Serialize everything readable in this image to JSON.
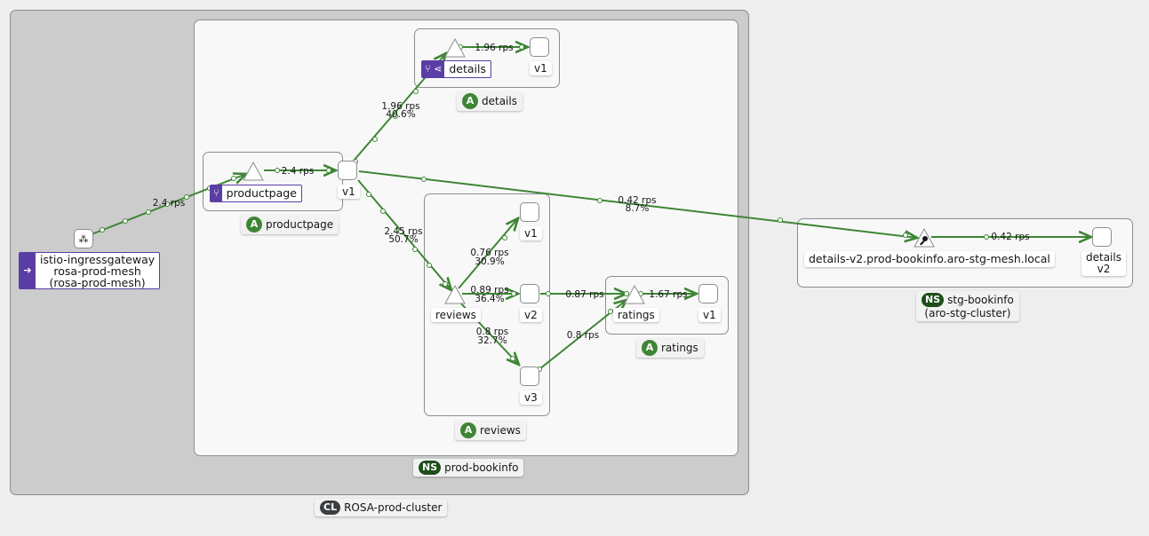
{
  "cluster": {
    "badge": "CL",
    "name": "ROSA-prod-cluster"
  },
  "namespace_prod": {
    "badge": "NS",
    "name": "prod-bookinfo"
  },
  "namespace_stg": {
    "badge": "NS",
    "name": "stg-bookinfo",
    "cluster": "(aro-stg-cluster)"
  },
  "apps": {
    "productpage": {
      "badge": "A",
      "name": "productpage"
    },
    "details": {
      "badge": "A",
      "name": "details"
    },
    "reviews": {
      "badge": "A",
      "name": "reviews"
    },
    "ratings": {
      "badge": "A",
      "name": "ratings"
    }
  },
  "nodes": {
    "ingress": {
      "line1": "istio-ingressgateway",
      "line2": "rosa-prod-mesh",
      "line3": "(rosa-prod-mesh)"
    },
    "productpage_service": "productpage",
    "productpage_v1": "v1",
    "details_service": "details",
    "details_v1": "v1",
    "reviews_service": "reviews",
    "reviews_v1": "v1",
    "reviews_v2": "v2",
    "reviews_v3": "v3",
    "ratings_service": "ratings",
    "ratings_v1": "v1",
    "service_entry": "details-v2.prod-bookinfo.aro-stg-mesh.local",
    "details_v2_l1": "details",
    "details_v2_l2": "v2"
  },
  "edges": {
    "ingress_to_productpage": "2.4 rps",
    "productpage_svc_to_v1": "2.4 rps",
    "pp_to_details_rps": "1.96 rps",
    "pp_to_details_pct": "40.6%",
    "details_svc_to_v1": "1.96 rps",
    "pp_to_reviews_rps": "2.45 rps",
    "pp_to_reviews_pct": "50.7%",
    "pp_to_remote_rps": "0.42 rps",
    "pp_to_remote_pct": "8.7%",
    "reviews_to_v1_rps": "0.76 rps",
    "reviews_to_v1_pct": "30.9%",
    "reviews_to_v2_rps": "0.89 rps",
    "reviews_to_v2_pct": "36.4%",
    "reviews_to_v3_rps": "0.8 rps",
    "reviews_to_v3_pct": "32.7%",
    "v2_to_ratings": "0.87 rps",
    "v3_to_ratings": "0.8 rps",
    "ratings_svc_to_v1": "1.67 rps",
    "remote_to_details_v2": "0.42 rps"
  },
  "colors": {
    "edge": "#3e8635",
    "virtual_service": "#5b3ea5"
  }
}
